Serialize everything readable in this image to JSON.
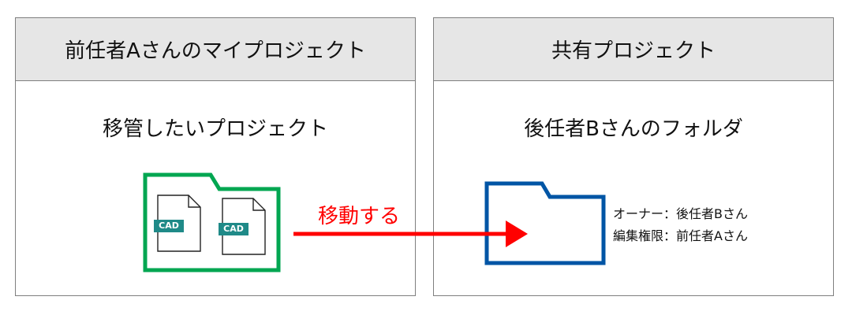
{
  "left_panel": {
    "header": "前任者Aさんのマイプロジェクト",
    "subtitle": "移管したいプロジェクト",
    "files": [
      {
        "label": "CAD",
        "icon": "cad-file-icon"
      },
      {
        "label": "CAD",
        "icon": "cad-file-icon"
      }
    ],
    "folder_color": "#00a651"
  },
  "arrow": {
    "label": "移動する",
    "color": "#ff0000"
  },
  "right_panel": {
    "header": "共有プロジェクト",
    "subtitle": "後任者Bさんのフォルダ",
    "folder_color": "#0055a5",
    "owner_label": "オーナー",
    "owner_value": "後任者Bさん",
    "edit_label": "編集権限",
    "edit_value": "前任者Aさん",
    "separator": "："
  }
}
